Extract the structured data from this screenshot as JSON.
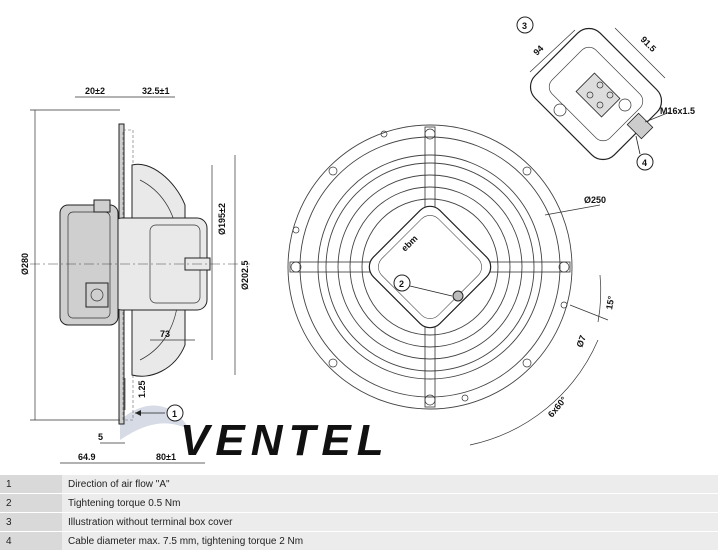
{
  "dimensions": {
    "d20": "20±2",
    "d32": "32.5±1",
    "d195": "Ø195±2",
    "d202": "Ø202.5",
    "d280": "Ø280",
    "d73": "73",
    "d125": "1.25",
    "d5": "5",
    "d649": "64.9",
    "d80": "80±1",
    "d250": "Ø250",
    "d7": "Ø7",
    "d15": "15°",
    "d6x60": "6x60°",
    "d94": "94",
    "d915": "91.5",
    "dm16": "M16x1.5"
  },
  "callouts": [
    "1",
    "2",
    "3",
    "4"
  ],
  "watermark": "VENTEL",
  "notes": [
    {
      "num": "1",
      "text": "Direction of air flow \"A\""
    },
    {
      "num": "2",
      "text": "Tightening torque 0.5 Nm"
    },
    {
      "num": "3",
      "text": "Illustration without terminal box cover"
    },
    {
      "num": "4",
      "text": "Cable diameter max. 7.5 mm, tightening torque 2 Nm"
    }
  ]
}
